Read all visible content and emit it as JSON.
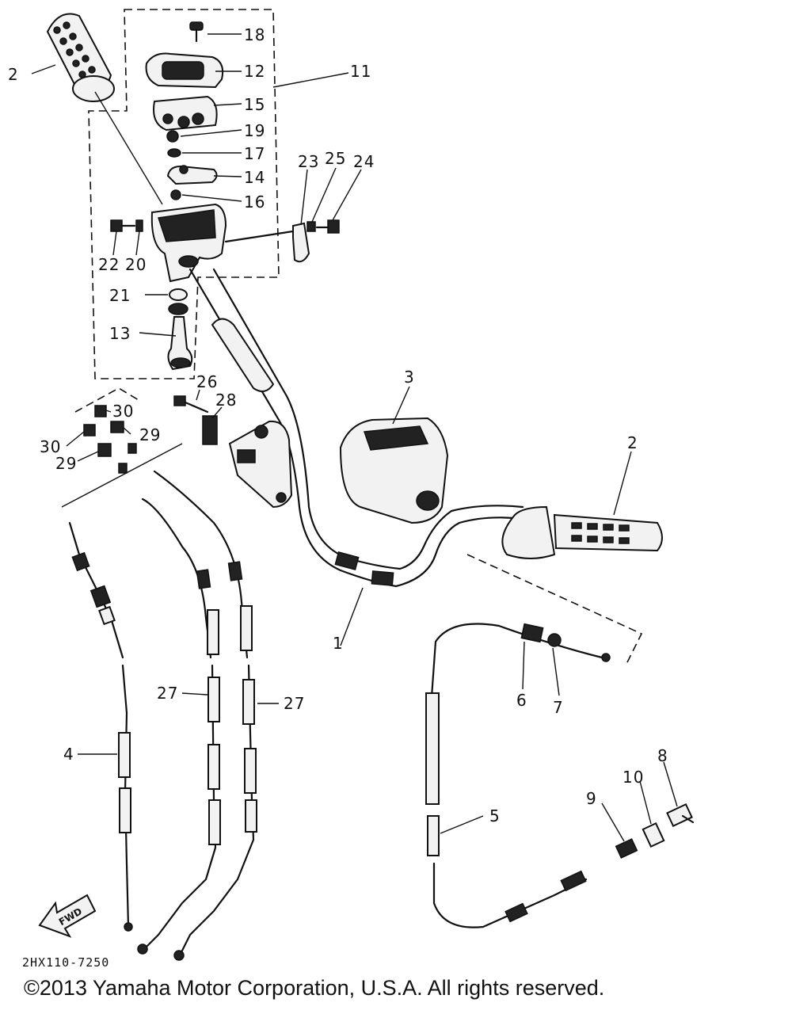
{
  "diagram": {
    "drawing_code": "2HX110-7250",
    "fwd_label": "FWD",
    "copyright": "©2013 Yamaha Motor Corporation, U.S.A. All rights reserved.",
    "callouts": {
      "p1": "1",
      "p2a": "2",
      "p2b": "2",
      "p3": "3",
      "p4": "4",
      "p5": "5",
      "p6": "6",
      "p7": "7",
      "p8": "8",
      "p9": "9",
      "p10": "10",
      "p11": "11",
      "p12": "12",
      "p13": "13",
      "p14": "14",
      "p15": "15",
      "p16": "16",
      "p17": "17",
      "p18": "18",
      "p19": "19",
      "p20": "20",
      "p21": "21",
      "p22": "22",
      "p23": "23",
      "p24": "24",
      "p25": "25",
      "p26": "26",
      "p27a": "27",
      "p27b": "27",
      "p28": "28",
      "p29a": "29",
      "p29b": "29",
      "p30a": "30",
      "p30b": "30"
    }
  }
}
